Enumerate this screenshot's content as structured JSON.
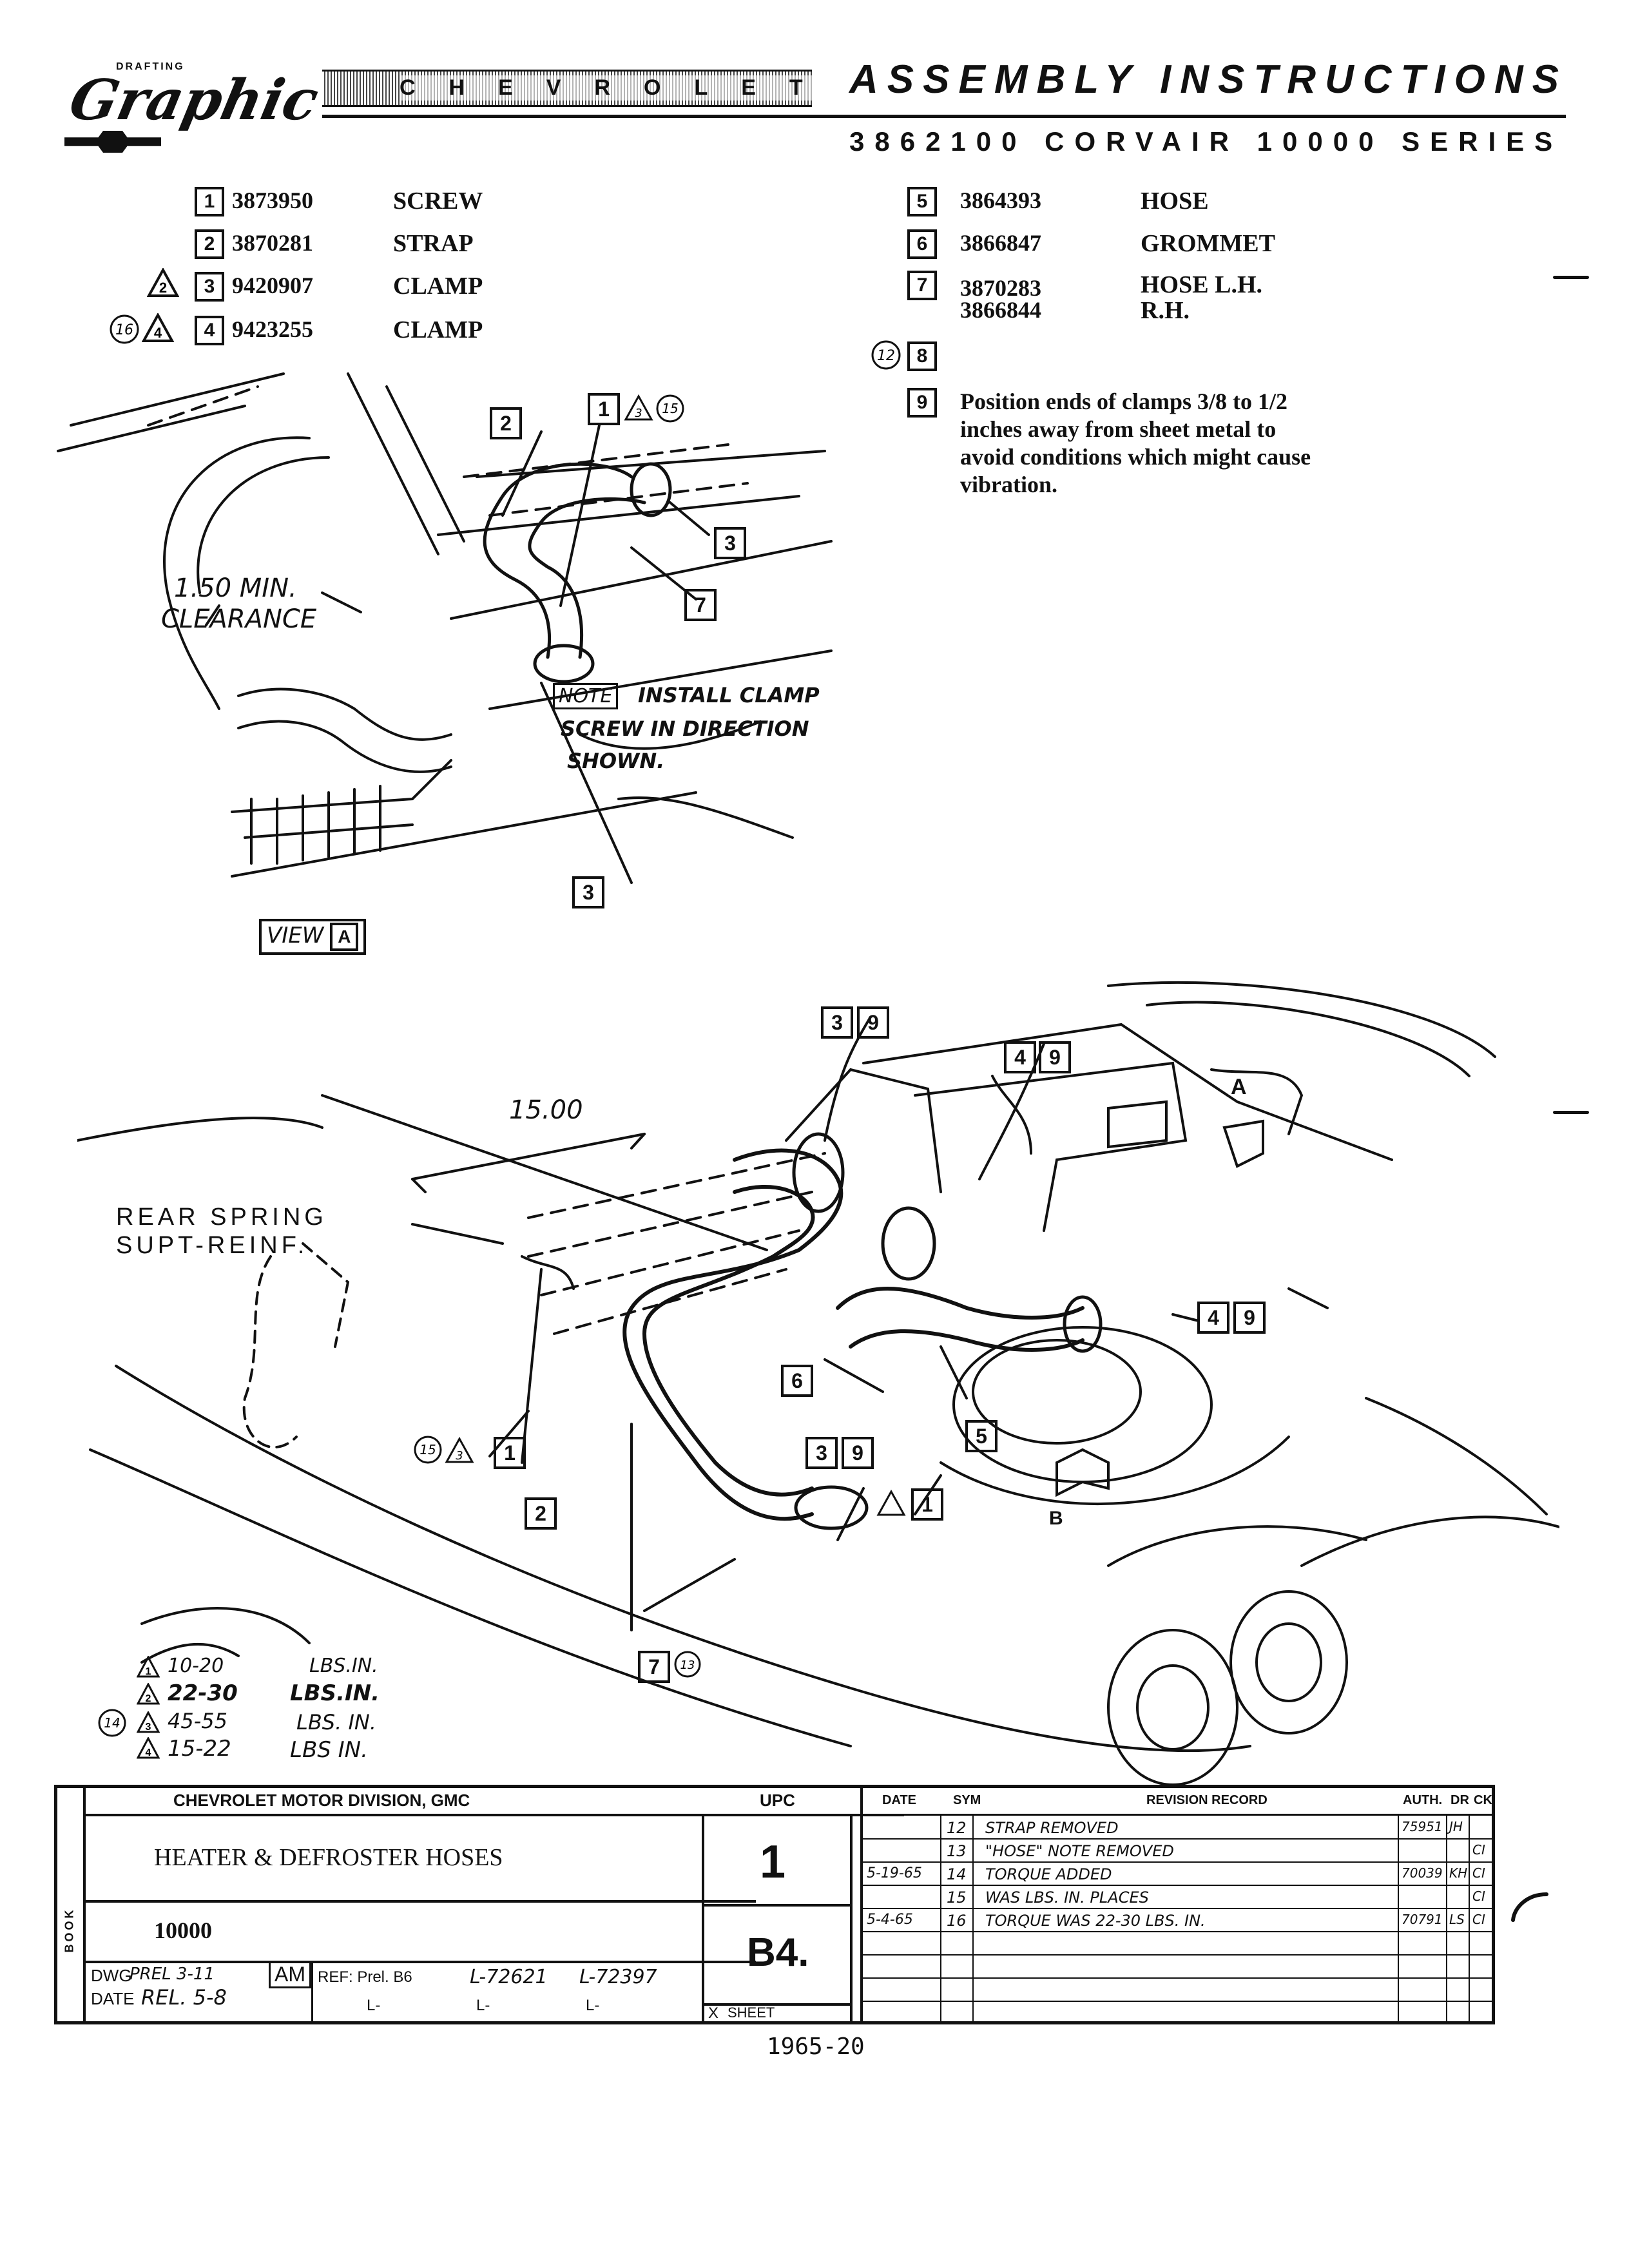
{
  "header": {
    "logo_top": "DRAFTING",
    "logo_script": "Graphic",
    "logo_band": "CHEVROLET",
    "title": "ASSEMBLY INSTRUCTIONS",
    "subtitle": "3862100  CORVAIR  10000  SERIES"
  },
  "parts_left": [
    {
      "num": "1",
      "part": "3873950",
      "name": "SCREW",
      "flag": "",
      "circle": ""
    },
    {
      "num": "2",
      "part": "3870281",
      "name": "STRAP",
      "flag": "",
      "circle": ""
    },
    {
      "num": "3",
      "part": "9420907",
      "name": "CLAMP",
      "flag": "2",
      "circle": ""
    },
    {
      "num": "4",
      "part": "9423255",
      "name": "CLAMP",
      "flag": "4",
      "circle": "16"
    }
  ],
  "parts_right": [
    {
      "num": "5",
      "part": "3864393",
      "name": "HOSE"
    },
    {
      "num": "6",
      "part": "3866847",
      "name": "GROMMET"
    },
    {
      "num": "7",
      "part": "3870283",
      "name": "HOSE L.H.",
      "part2": "3866844",
      "name2": "R.H."
    }
  ],
  "item8": {
    "num": "8",
    "circle": "12"
  },
  "note9": {
    "num": "9",
    "line1": "Position ends of clamps 3/8 to 1/2",
    "line2": "inches away from sheet metal to",
    "line3": "avoid conditions which might cause",
    "line4": "vibration."
  },
  "view_a": {
    "clearance_1": "1.50 MIN.",
    "clearance_2": "CLEARANCE",
    "note_tag": "NOTE",
    "note_1": "INSTALL CLAMP",
    "note_2": "SCREW IN DIRECTION",
    "note_3": "SHOWN.",
    "view_label": "VIEW",
    "view_letter": "A",
    "callouts": [
      "2",
      "1",
      "3",
      "15",
      "3",
      "7",
      "3"
    ]
  },
  "main_view": {
    "dimension": "15.00",
    "spring_1": "REAR SPRING",
    "spring_2": "SUPT-REINF.",
    "letter_a": "A",
    "letter_b": "B",
    "callouts": [
      "3",
      "9",
      "4",
      "9",
      "4",
      "9",
      "6",
      "5",
      "3",
      "9",
      "1",
      "15",
      "3",
      "1",
      "2",
      "7",
      "13"
    ]
  },
  "torque": [
    {
      "flag": "1",
      "value": "10-20",
      "unit": "LBS.IN."
    },
    {
      "flag": "2",
      "value": "22-30",
      "unit": "LBS.IN."
    },
    {
      "flag": "3",
      "value": "45-55",
      "unit": "LBS. IN."
    },
    {
      "flag": "4",
      "value": "15-22",
      "unit": "LBS IN."
    }
  ],
  "torque_circle": "14",
  "title_block": {
    "division": "CHEVROLET MOTOR DIVISION, GMC",
    "upc_label": "UPC",
    "name": "HEATER & DEFROSTER HOSES",
    "upc": "1",
    "series": "10000",
    "sheet_code": "B4.",
    "dwg_label": "DWG",
    "dwg_prel": "PREL 3-11",
    "initials": "AM",
    "date_label": "DATE",
    "date_rel": "REL. 5-8",
    "ref_label": "REF: Prel. B6",
    "ref_1": "L-72621",
    "ref_2": "L-72397",
    "ref_3": "L-",
    "ref_4": "L-",
    "ref_5": "L-",
    "sheet_label": "SHEET",
    "sheet_mark": "X",
    "side_label": "BOOK",
    "rev_headers": [
      "DATE",
      "SYM",
      "REVISION RECORD",
      "AUTH.",
      "DR",
      "CK"
    ],
    "revisions": [
      {
        "date": "",
        "sym": "12",
        "text": "STRAP REMOVED",
        "auth": "75951",
        "dr": "JH",
        "ck": ""
      },
      {
        "date": "",
        "sym": "13",
        "text": "\"HOSE\" NOTE REMOVED",
        "auth": "",
        "dr": "",
        "ck": "CI"
      },
      {
        "date": "5-19-65",
        "sym": "14",
        "text": "TORQUE ADDED",
        "auth": "70039",
        "dr": "KH",
        "ck": "CI"
      },
      {
        "date": "",
        "sym": "15",
        "text": "WAS LBS. IN. PLACES",
        "auth": "",
        "dr": "",
        "ck": "CI"
      },
      {
        "date": "5-4-65",
        "sym": "16",
        "text": "TORQUE WAS 22-30 LBS. IN.",
        "auth": "70791",
        "dr": "LS",
        "ck": "CI"
      }
    ]
  },
  "footer": "1965-20"
}
